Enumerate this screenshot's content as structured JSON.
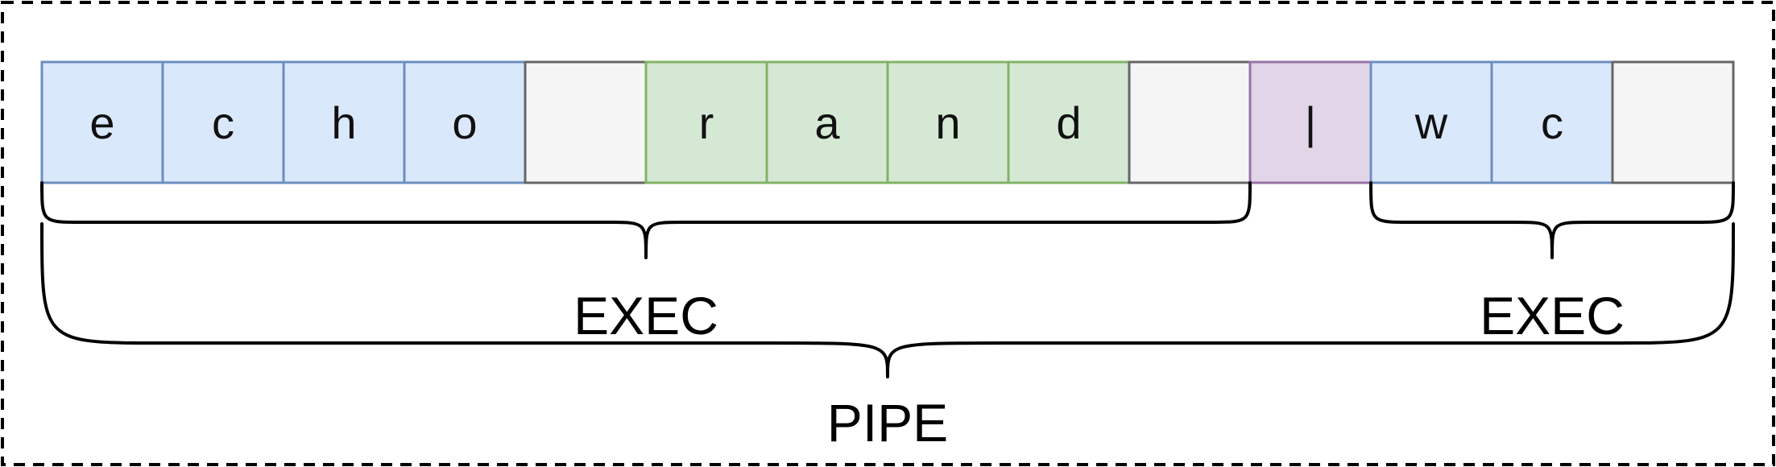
{
  "cells": [
    {
      "char": "e",
      "kind": "command"
    },
    {
      "char": "c",
      "kind": "command"
    },
    {
      "char": "h",
      "kind": "command"
    },
    {
      "char": "o",
      "kind": "command"
    },
    {
      "char": "",
      "kind": "space"
    },
    {
      "char": "r",
      "kind": "argument"
    },
    {
      "char": "a",
      "kind": "argument"
    },
    {
      "char": "n",
      "kind": "argument"
    },
    {
      "char": "d",
      "kind": "argument"
    },
    {
      "char": "",
      "kind": "space"
    },
    {
      "char": "|",
      "kind": "pipe"
    },
    {
      "char": "w",
      "kind": "command"
    },
    {
      "char": "c",
      "kind": "command"
    },
    {
      "char": "",
      "kind": "space"
    }
  ],
  "colors": {
    "command": {
      "fill": "#dae8fc",
      "stroke": "#6c8ebf"
    },
    "argument": {
      "fill": "#d5e8d4",
      "stroke": "#82b366"
    },
    "space": {
      "fill": "#f5f5f5",
      "stroke": "#666666"
    },
    "pipe": {
      "fill": "#e1d5e7",
      "stroke": "#9673a6"
    }
  },
  "groups": [
    {
      "label": "EXEC",
      "from": 0,
      "to": 9
    },
    {
      "label": "EXEC",
      "from": 11,
      "to": 13
    }
  ],
  "outer_group": {
    "label": "PIPE",
    "from": 0,
    "to": 13
  }
}
